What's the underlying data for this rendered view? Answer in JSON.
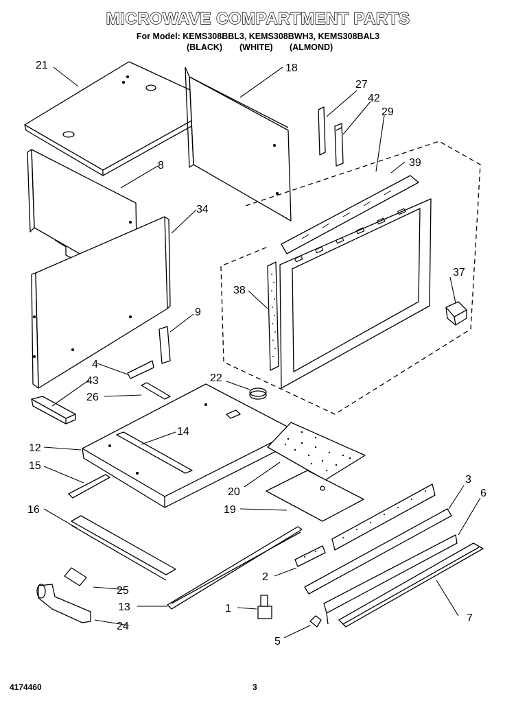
{
  "header": {
    "title": "MICROWAVE COMPARTMENT PARTS",
    "model_line": "For Model: KEMS308BBL3, KEMS308BWH3, KEMS308BAL3",
    "variants": [
      "(BLACK)",
      "(WHITE)",
      "(ALMOND)"
    ]
  },
  "footer": {
    "doc_number": "4174460",
    "page_number": "3"
  },
  "callouts": [
    "21",
    "18",
    "27",
    "42",
    "29",
    "8",
    "39",
    "34",
    "37",
    "38",
    "9",
    "4",
    "22",
    "43",
    "26",
    "14",
    "12",
    "15",
    "20",
    "19",
    "16",
    "3",
    "6",
    "2",
    "25",
    "13",
    "1",
    "24",
    "7",
    "5"
  ]
}
